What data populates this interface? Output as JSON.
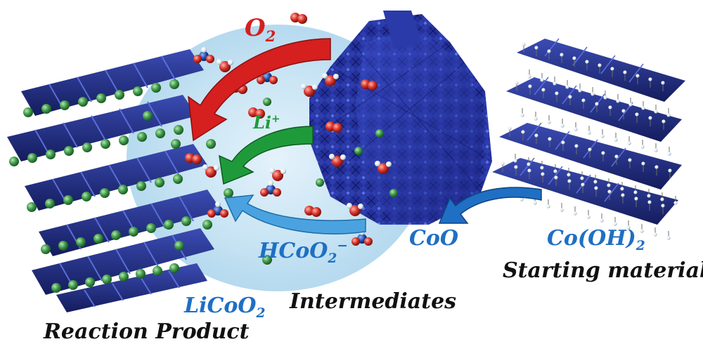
{
  "colors": {
    "sheet_dark": "#1a2372",
    "sheet_mid": "#2c3a9e",
    "sheet_light": "#4b5fc4",
    "lithium": "#3f9a4a",
    "oxygen": "#d8342b",
    "hydrogen": "#e8f0f4",
    "carbon": "#1f4aa8",
    "halo": "#bfe0f2",
    "arrow_o2": "#d61f1f",
    "arrow_li": "#1f9a3b",
    "arrow_hcoo2": "#4aa3e0",
    "arrow_coo": "#1f6fc4",
    "label_blue": "#1f6fc4",
    "label_green": "#1f9a3b",
    "label_red": "#d61f1f",
    "label_black": "#111111"
  },
  "labels": {
    "o2": {
      "base": "O",
      "sub": "2"
    },
    "li": {
      "base": "Li",
      "sup": "+"
    },
    "hcoo2": {
      "base": "HCoO",
      "sub": "2",
      "sup": "−"
    },
    "coo": "CoO",
    "coohh": {
      "pre": "Co(OH)",
      "sub": "2"
    },
    "licoo2": {
      "base": "LiCoO",
      "sub": "2"
    },
    "starting_material": "Starting material",
    "intermediates": "Intermediates",
    "reaction_product": "Reaction Product"
  }
}
